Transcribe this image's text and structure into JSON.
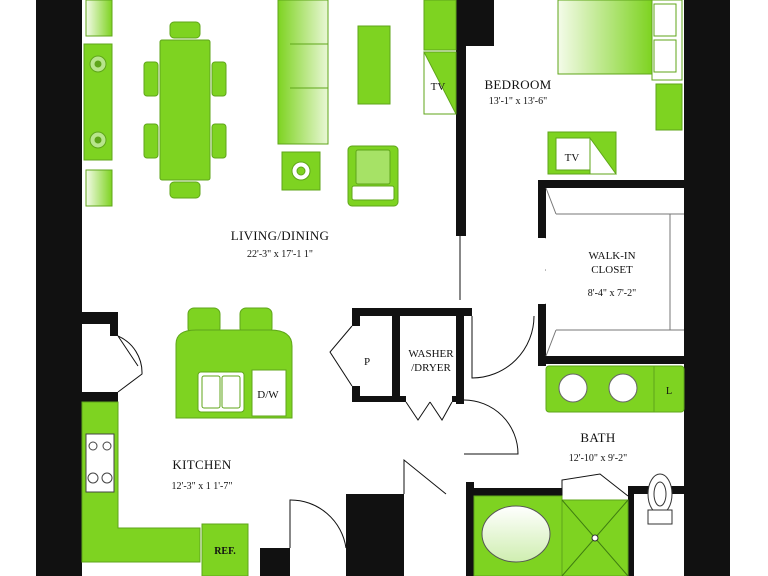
{
  "rooms": {
    "living": {
      "name": "LIVING/DINING",
      "dims": "22'-3\" x 17'-1 1\""
    },
    "bedroom": {
      "name": "BEDROOM",
      "dims": "13'-1\" x 13'-6\""
    },
    "closet": {
      "name_line1": "WALK-IN",
      "name_line2": "CLOSET",
      "dims": "8'-4\" x 7'-2\""
    },
    "washer": {
      "line1": "WASHER",
      "line2": "/DRYER"
    },
    "pantry": {
      "label": "P"
    },
    "kitchen": {
      "name": "KITCHEN",
      "dims": "12'-3\" x 1 1'-7\""
    },
    "bath": {
      "name": "BATH",
      "dims": "12'-10\" x 9'-2\""
    }
  },
  "fixtures": {
    "tv_living": "TV",
    "tv_bedroom": "TV",
    "dishwasher": "D/W",
    "linen": "L",
    "refrigerator": "REF."
  },
  "colors": {
    "wall": "#111111",
    "furniture": "#7ed321",
    "furniture_dark": "#5fa61a",
    "floor": "#ffffff"
  }
}
